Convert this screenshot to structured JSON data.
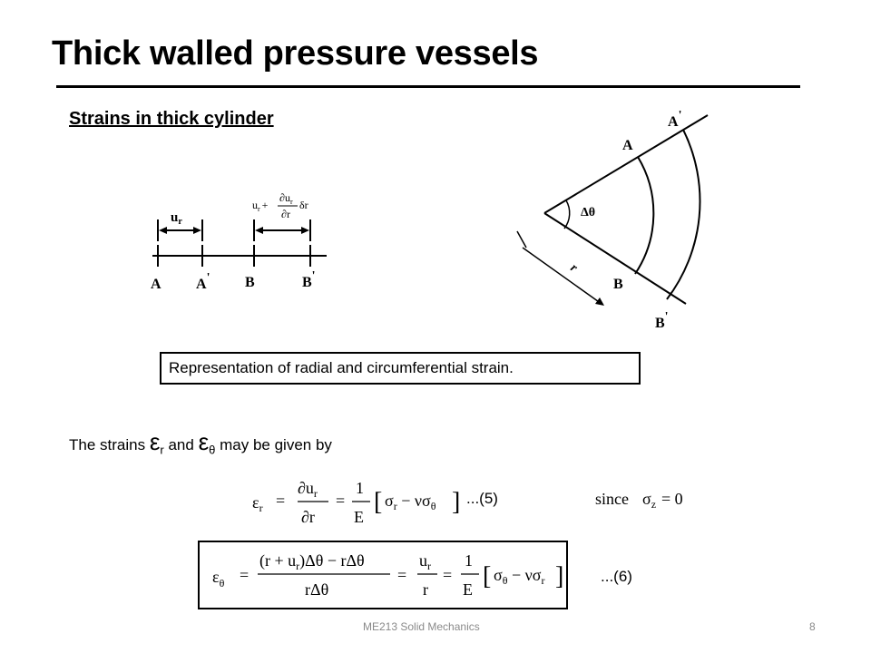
{
  "slide": {
    "title": "Thick walled pressure vessels",
    "subtitle": "Strains in thick cylinder",
    "caption": "Representation of radial and circumferential strain.",
    "intro": {
      "part1": "The strains ",
      "eps1": "ε",
      "sub1": "r",
      "part2": " and ",
      "eps2": "ε",
      "sub2": "θ",
      "part3": " may be given by"
    },
    "eq5_label": "...(5)",
    "eq6_label": "...(6)",
    "since_text": "since",
    "footer": "ME213 Solid Mechanics",
    "page_number": "8"
  },
  "figure_linear": {
    "labels": {
      "ur": "u",
      "ur_sub": "r",
      "A": "A",
      "Aprime": "A",
      "B": "B",
      "Bprime": "B",
      "prime": "'",
      "deriv_u": "u",
      "deriv_sub": "r",
      "plus": "+",
      "partial": "∂",
      "r": "r",
      "dr": "δr"
    }
  },
  "figure_sector": {
    "labels": {
      "A": "A",
      "Aprime": "A",
      "B": "B",
      "Bprime": "B",
      "prime": "'",
      "dtheta": "Δθ",
      "r": "r"
    }
  },
  "equations": {
    "eq5": {
      "lhs": "ε",
      "lhs_sub": "r",
      "eq": "=",
      "num_partial": "∂u",
      "num_sub": "r",
      "den": "∂r",
      "one": "1",
      "E": "E",
      "lb": "[",
      "sigma": "σ",
      "s_r": "r",
      "minus_nu": " − ν",
      "s_theta": "θ",
      "rb": "]"
    },
    "since": {
      "sigma": "σ",
      "sub": "z",
      "rhs": "= 0"
    },
    "eq6": {
      "lhs": "ε",
      "lhs_sub": "θ",
      "eq": "=",
      "num": "(r + u",
      "num_sub": "r",
      "num_rest": ")Δθ − rΔθ",
      "den": "rΔθ",
      "u": "u",
      "u_sub": "r",
      "r": "r",
      "one": "1",
      "E": "E",
      "lb": "[",
      "sigma": "σ",
      "s_theta": "θ",
      "minus_nu": " − ν",
      "s_r": "r",
      "rb": "]"
    }
  }
}
